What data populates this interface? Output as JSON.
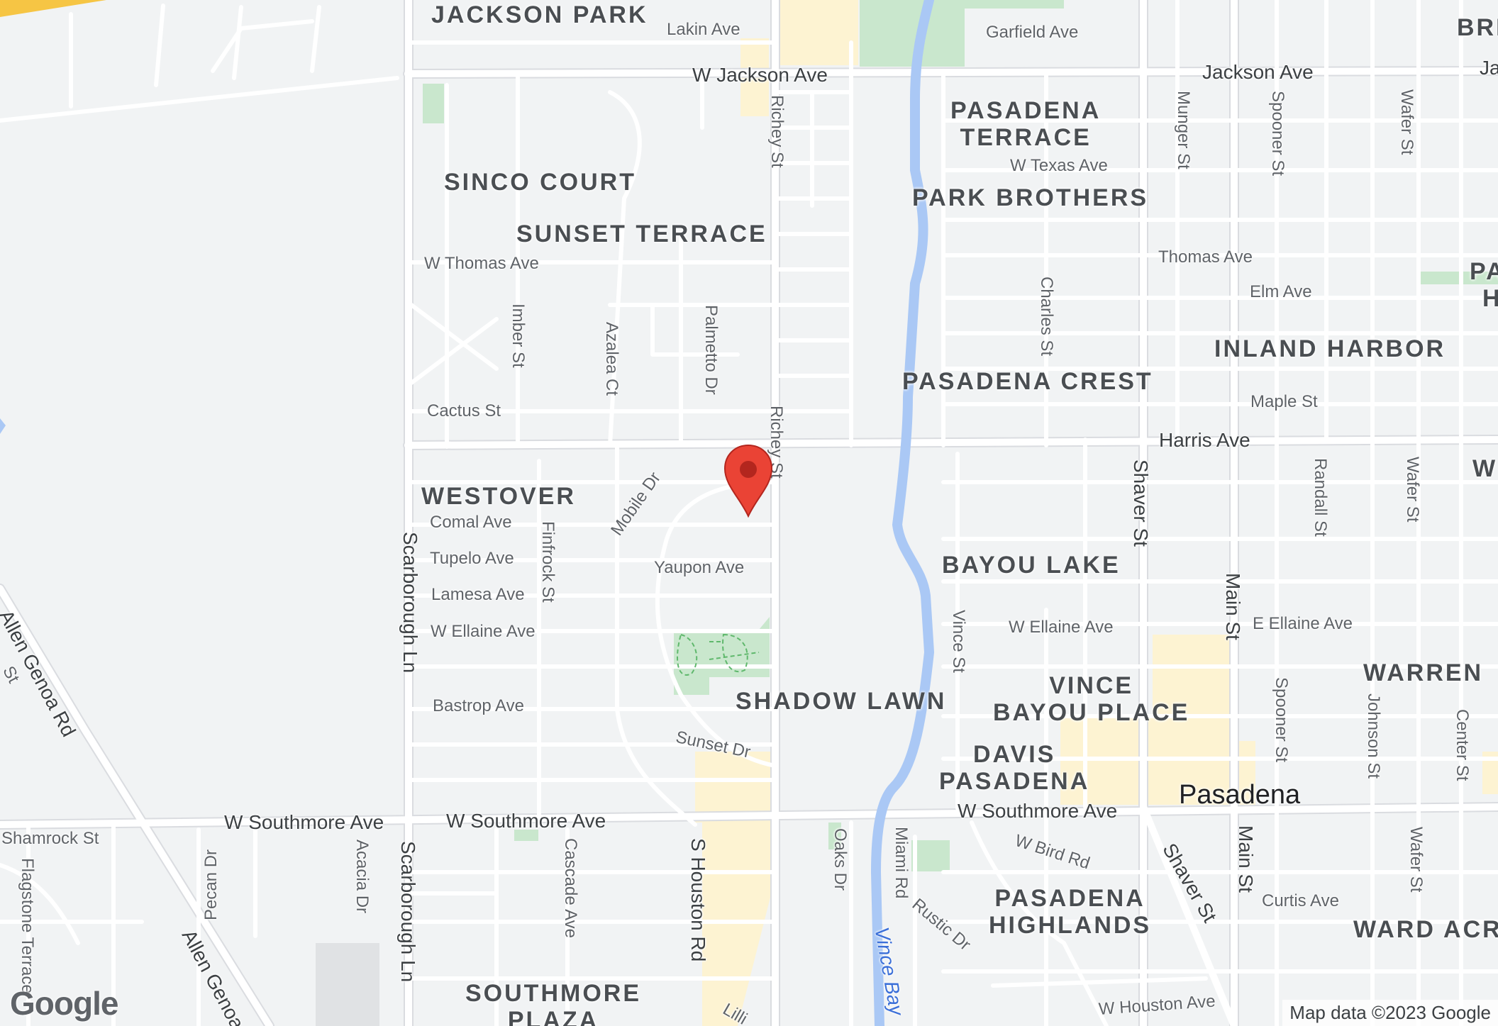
{
  "map": {
    "colors": {
      "land": "#f1f3f4",
      "road": "#ffffff",
      "road_outline": "#dadce0",
      "park": "#c9e7cd",
      "commercial": "#fdf3d2",
      "water": "#aac8f5",
      "highway": "#f6c544",
      "marker": "#ea4335"
    },
    "neighborhoods": {
      "jackson_park": "JACKSON PARK",
      "pasadena_terrace": "PASADENA\nTERRACE",
      "sinco_court": "SINCO COURT",
      "sunset_terrace": "SUNSET TERRACE",
      "park_brothers": "PARK BROTHERS",
      "inland_harbor": "INLAND HARBOR",
      "pasadena_crest": "PASADENA CREST",
      "westover": "WESTOVER",
      "bayou_lake": "BAYOU LAKE",
      "shadow_lawn": "SHADOW LAWN",
      "vince_bayou_place": "VINCE\nBAYOU PLACE",
      "davis_pasadena": "DAVIS\nPASADENA",
      "warren": "WARREN",
      "pasadena_highlands": "PASADENA\nHIGHLANDS",
      "ward_acr": "WARD ACR",
      "southmore_plaza": "SOUTHMORE\nPLAZA",
      "bri": "BRI",
      "pa": "PA",
      "h": "H",
      "w": "W",
      "ja": "Ja"
    },
    "city": "Pasadena",
    "water_label": "Vince Bay",
    "streets": {
      "lakin": "Lakin Ave",
      "garfield": "Garfield Ave",
      "w_jackson": "W Jackson Ave",
      "jackson": "Jackson Ave",
      "richey_n": "Richey St",
      "richey_s": "Richey St",
      "munger": "Munger St",
      "spooner_n": "Spooner St",
      "wafer_n": "Wafer St",
      "w_texas": "W Texas Ave",
      "w_thomas": "W Thomas Ave",
      "thomas": "Thomas Ave",
      "elm": "Elm Ave",
      "imber": "Imber St",
      "azalea": "Azalea Ct",
      "palmetto": "Palmetto Dr",
      "charles": "Charles St",
      "cactus": "Cactus St",
      "maple": "Maple St",
      "harris": "Harris Ave",
      "mobile": "Mobile Dr",
      "comal": "Comal Ave",
      "tupelo": "Tupelo Ave",
      "lamesa": "Lamesa Ave",
      "finfrock": "Finfrock St",
      "yaupon": "Yaupon Ave",
      "w_ellaine_w": "W Ellaine Ave",
      "w_ellaine_e": "W Ellaine Ave",
      "e_ellaine": "E Ellaine Ave",
      "shaver_n": "Shaver St",
      "randall": "Randall St",
      "wafer_m": "Wafer St",
      "scarborough_n": "Scarborough Ln",
      "vince_st": "Vince St",
      "bastrop": "Bastrop Ave",
      "sunset_dr": "Sunset Dr",
      "main_n": "Main St",
      "spooner_s": "Spooner St",
      "johnson": "Johnson St",
      "center": "Center St",
      "w_southmore_1": "W Southmore Ave",
      "w_southmore_2": "W Southmore Ave",
      "w_southmore_3": "W Southmore Ave",
      "shamrock": "Shamrock St",
      "allen_genoa_n": "Allen Genoa Rd",
      "allen_genoa_s": "Allen Genoa",
      "flagstone": "Flagstone Terrace",
      "pecan": "Pecan Dr",
      "acacia": "Acacia Dr",
      "scarborough_s": "Scarborough Ln",
      "cascade": "Cascade Ave",
      "s_houston": "S Houston Rd",
      "oaks": "Oaks Dr",
      "miami": "Miami Rd",
      "rustic": "Rustic Dr",
      "w_bird": "W Bird Rd",
      "shaver_s": "Shaver St",
      "main_s": "Main St",
      "curtis": "Curtis Ave",
      "wafer_s": "Wafer St",
      "w_houston": "W Houston Ave",
      "lillie": "Lilli",
      "st_frag": "St"
    },
    "marker_icon": "map-pin-icon",
    "google_logo": "Google",
    "attribution": "Map data ©2023 Google"
  }
}
